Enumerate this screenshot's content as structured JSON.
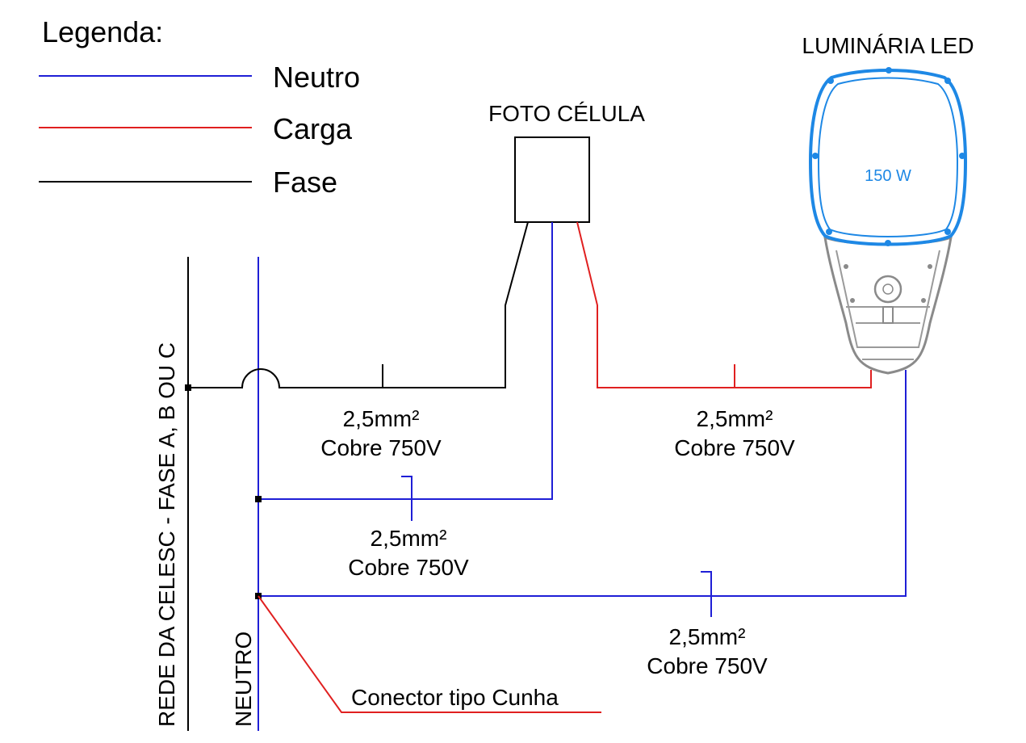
{
  "legend": {
    "title": "Legenda:",
    "items": [
      {
        "label": "Neutro",
        "color": "#1f1fd6"
      },
      {
        "label": "Carga",
        "color": "#e02020"
      },
      {
        "label": "Fase",
        "color": "#000000"
      }
    ]
  },
  "components": {
    "photocell_label": "FOTO CÉLULA",
    "luminaire_label": "LUMINÁRIA LED",
    "luminaire_power": "150 W",
    "luminaire_color": "#1e88e5"
  },
  "network": {
    "phase_label": "REDE DA CELESC  - FASE A, B OU C",
    "neutral_label": "NEUTRO",
    "connector_label": "Conector tipo Cunha"
  },
  "cables": [
    {
      "size": "2,5mm²",
      "type": "Cobre 750V"
    },
    {
      "size": "2,5mm²",
      "type": "Cobre 750V"
    },
    {
      "size": "2,5mm²",
      "type": "Cobre 750V"
    },
    {
      "size": "2,5mm²",
      "type": "Cobre 750V"
    }
  ]
}
